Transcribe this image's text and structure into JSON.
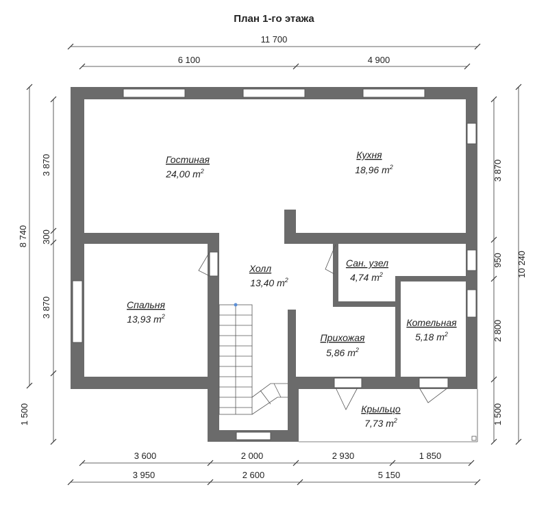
{
  "title": "План 1-го этажа",
  "dimensions": {
    "top_overall": "11 700",
    "top_left": "6 100",
    "top_right": "4 900",
    "left_overall": "8 740",
    "left_top": "3 870",
    "left_mid": "300",
    "left_bottom": "3 870",
    "left_porch": "1 500",
    "right_overall": "10 240",
    "right_top": "3 870",
    "right_mid": "950",
    "right_bottom": "2 800",
    "right_porch": "1 500",
    "bottom_inner_1": "3 600",
    "bottom_inner_2": "2 000",
    "bottom_inner_3": "2 930",
    "bottom_inner_4": "1 850",
    "bottom_outer_1": "3 950",
    "bottom_outer_2": "2 600",
    "bottom_outer_3": "5 150"
  },
  "rooms": {
    "living": {
      "name": "Гостиная",
      "area": "24,00 m"
    },
    "kitchen": {
      "name": "Кухня",
      "area": "18,96 m"
    },
    "hall": {
      "name": "Холл",
      "area": "13,40 m"
    },
    "bathroom": {
      "name": "Сан. узел",
      "area": "4,74 m"
    },
    "bedroom": {
      "name": "Спальня",
      "area": "13,93 m"
    },
    "entry": {
      "name": "Прихожая",
      "area": "5,86 m"
    },
    "boiler": {
      "name": "Котельная",
      "area": "5,18 m"
    },
    "porch": {
      "name": "Крыльцо",
      "area": "7,73 m"
    }
  },
  "area_unit_exponent": "2"
}
